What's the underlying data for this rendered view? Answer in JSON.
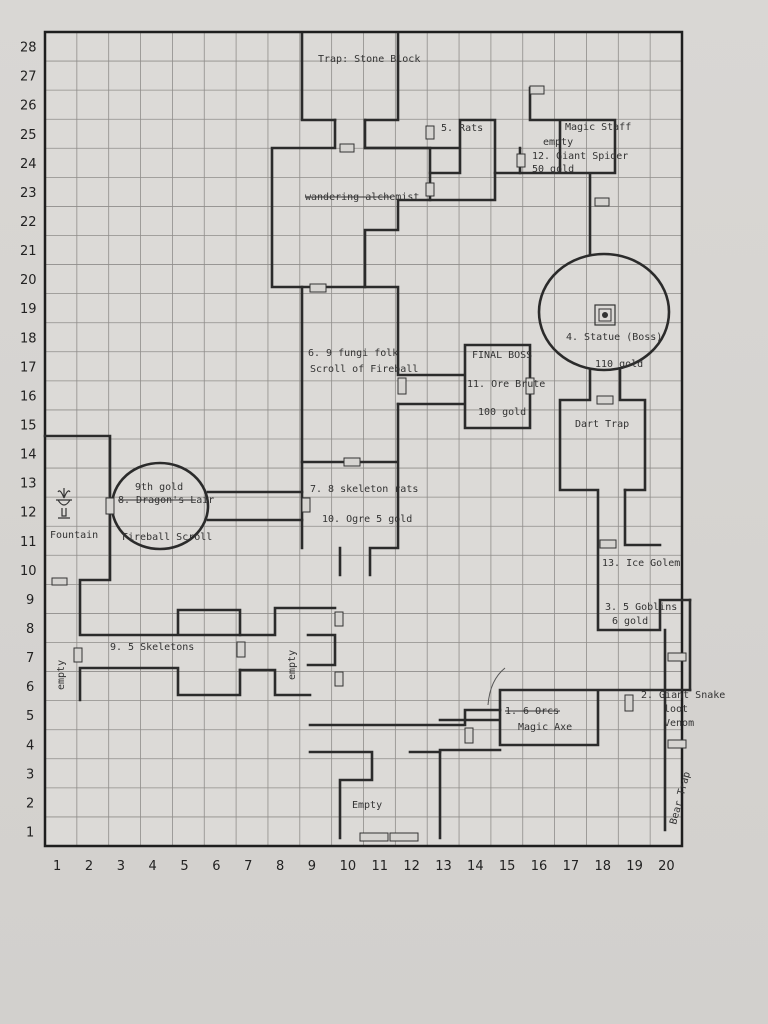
{
  "grid": {
    "cols": 20,
    "rows": 28
  },
  "axis": {
    "x": [
      "1",
      "2",
      "3",
      "4",
      "5",
      "6",
      "7",
      "8",
      "9",
      "10",
      "11",
      "12",
      "13",
      "14",
      "15",
      "16",
      "17",
      "18",
      "19",
      "20"
    ],
    "y": [
      "1",
      "2",
      "3",
      "4",
      "5",
      "6",
      "7",
      "8",
      "9",
      "10",
      "11",
      "12",
      "13",
      "14",
      "15",
      "16",
      "17",
      "18",
      "19",
      "20",
      "21",
      "22",
      "23",
      "24",
      "25",
      "26",
      "27",
      "28"
    ]
  },
  "labels": {
    "trap_stone_block": "Trap: Stone Block",
    "rats": "5. Rats",
    "magic_staff": "Magic Staff",
    "empty_ne": "empty",
    "giant_spider": "12. Giant Spider",
    "gold_50": "50 gold",
    "wandering_alchemist": "wandering alchemist",
    "statue_boss": "4. Statue (Boss)",
    "gold_110": "110 gold",
    "fungi_folk": "6. 9 fungi folk",
    "scroll_fireball": "Scroll of Fireball",
    "final_boss": "FINAL BOSS",
    "troll_brute": "11. Ore Brute",
    "gold_100": "100 gold",
    "dart_trap": "Dart Trap",
    "gold_dragon": "9th gold",
    "dragons_lair": "8. Dragon's Lair",
    "fireball_scroll": "Fireball Scroll",
    "fountain": "Fountain",
    "skeleton_rats": "7. 8 skeleton rats",
    "ogres": "10. Ogre 5 gold",
    "ice_golem": "13. Ice Golem",
    "goblins": "3. 5 Goblins",
    "gold_6": "6 gold",
    "skeletons": "9. 5 Skeletons",
    "empty_w": "empty",
    "empty_mid": "empty",
    "orcs": "1. 6 Orcs",
    "magic_axe": "Magic Axe",
    "giant_snake": "2. Giant Snake",
    "loot": "loot",
    "venom": "Venom",
    "empty_s": "Empty",
    "bear_trap": "Bear Trap"
  }
}
